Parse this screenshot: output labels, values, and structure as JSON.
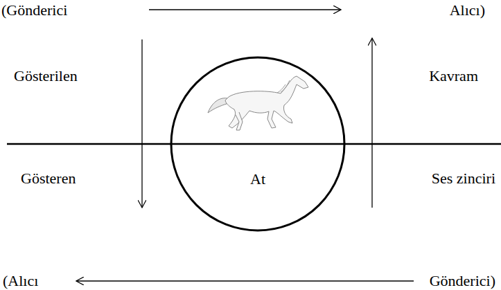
{
  "diagram": {
    "nodes": [
      {
        "text": [
          "At"
        ]
      }
    ],
    "labels": [
      "(Gönderici",
      "Alıcı)",
      "Gösterilen",
      "Kavram",
      "Gösteren",
      "Ses zinciri",
      "(Alıcı",
      "Gönderici)"
    ]
  }
}
